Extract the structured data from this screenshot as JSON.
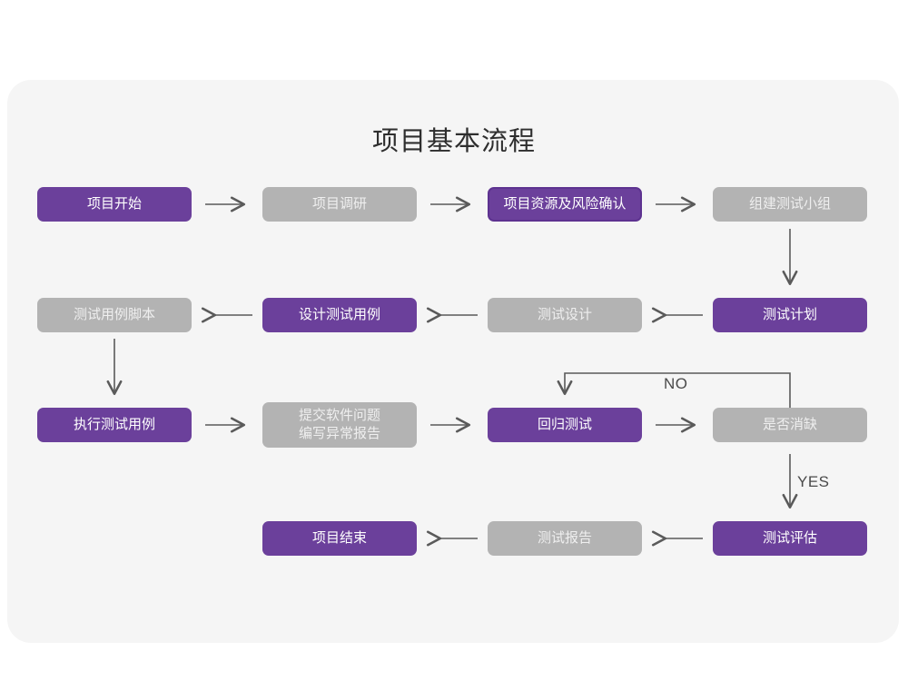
{
  "page": {
    "background_color": "#ffffff",
    "card_color": "#f5f5f5"
  },
  "title": "项目基本流程",
  "colors": {
    "purple": "#6b409b",
    "purple_border": "#5d3290",
    "grey": "#b3b3b3",
    "grey_text": "#efefef",
    "arrow": "#5a5a5a",
    "title_text": "#2e2e2e"
  },
  "nodes": [
    {
      "id": "n1",
      "label": "项目开始",
      "style": "purple",
      "row": 1,
      "col": 1
    },
    {
      "id": "n2",
      "label": "项目调研",
      "style": "grey",
      "row": 1,
      "col": 2
    },
    {
      "id": "n3",
      "label": "项目资源及风险确认",
      "style": "purple-outline",
      "row": 1,
      "col": 3
    },
    {
      "id": "n4",
      "label": "组建测试小组",
      "style": "grey",
      "row": 1,
      "col": 4
    },
    {
      "id": "n5",
      "label": "测试用例脚本",
      "style": "grey",
      "row": 2,
      "col": 1
    },
    {
      "id": "n6",
      "label": "设计测试用例",
      "style": "purple",
      "row": 2,
      "col": 2
    },
    {
      "id": "n7",
      "label": "测试设计",
      "style": "grey",
      "row": 2,
      "col": 3
    },
    {
      "id": "n8",
      "label": "测试计划",
      "style": "purple",
      "row": 2,
      "col": 4
    },
    {
      "id": "n9",
      "label": "执行测试用例",
      "style": "purple",
      "row": 3,
      "col": 1
    },
    {
      "id": "n10",
      "label": "提交软件问题\n编写异常报告",
      "style": "grey",
      "row": 3,
      "col": 2
    },
    {
      "id": "n11",
      "label": "回归测试",
      "style": "purple",
      "row": 3,
      "col": 3
    },
    {
      "id": "n12",
      "label": "是否消缺",
      "style": "grey",
      "row": 3,
      "col": 4
    },
    {
      "id": "n13",
      "label": "项目结束",
      "style": "purple",
      "row": 4,
      "col": 2
    },
    {
      "id": "n14",
      "label": "测试报告",
      "style": "grey",
      "row": 4,
      "col": 3
    },
    {
      "id": "n15",
      "label": "测试评估",
      "style": "purple",
      "row": 4,
      "col": 4
    }
  ],
  "edge_labels": {
    "no": "NO",
    "yes": "YES"
  },
  "edges": [
    {
      "from": "n1",
      "to": "n2",
      "direction": "right"
    },
    {
      "from": "n2",
      "to": "n3",
      "direction": "right"
    },
    {
      "from": "n3",
      "to": "n4",
      "direction": "right"
    },
    {
      "from": "n4",
      "to": "n8",
      "direction": "down"
    },
    {
      "from": "n8",
      "to": "n7",
      "direction": "left"
    },
    {
      "from": "n7",
      "to": "n6",
      "direction": "left"
    },
    {
      "from": "n6",
      "to": "n5",
      "direction": "left"
    },
    {
      "from": "n5",
      "to": "n9",
      "direction": "down"
    },
    {
      "from": "n9",
      "to": "n10",
      "direction": "right"
    },
    {
      "from": "n10",
      "to": "n11",
      "direction": "right"
    },
    {
      "from": "n11",
      "to": "n12",
      "direction": "right"
    },
    {
      "from": "n12",
      "to": "n11",
      "direction": "loop-up-left",
      "label": "NO"
    },
    {
      "from": "n12",
      "to": "n15",
      "direction": "down",
      "label": "YES"
    },
    {
      "from": "n15",
      "to": "n14",
      "direction": "left"
    },
    {
      "from": "n14",
      "to": "n13",
      "direction": "left"
    }
  ]
}
